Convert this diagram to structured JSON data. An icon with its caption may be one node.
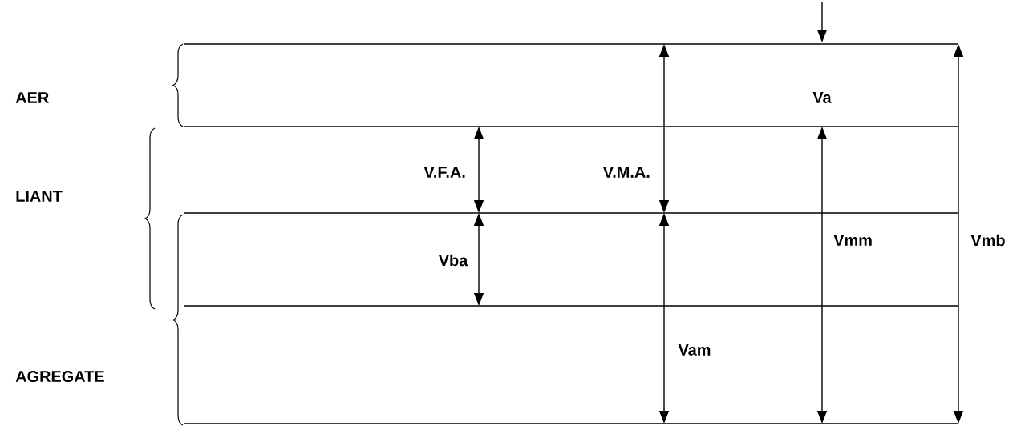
{
  "diagram": {
    "labels": [
      "AER",
      "Va",
      "V.F.A.",
      "V.M.A.",
      "LIANT",
      "Vmm",
      "Vmb",
      "Vba",
      "AGREGATE",
      "Vam"
    ]
  }
}
